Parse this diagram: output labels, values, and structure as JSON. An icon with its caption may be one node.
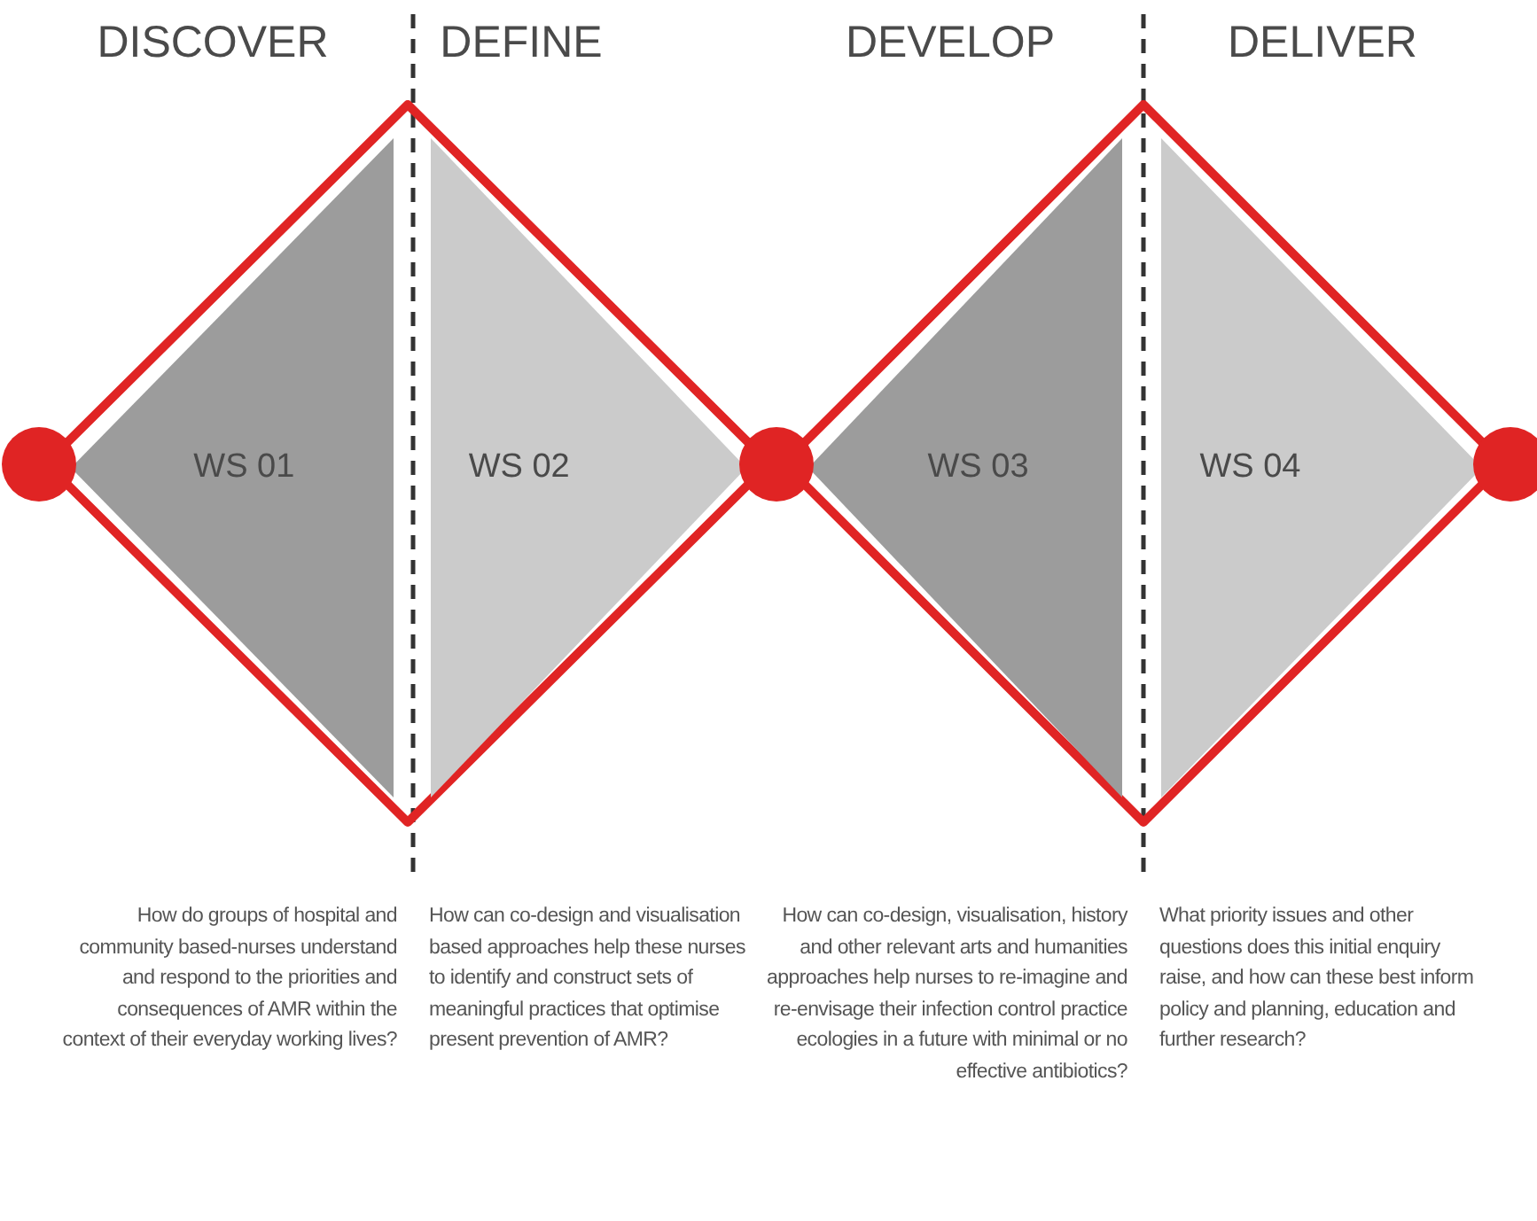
{
  "diagram": {
    "nodes": [
      {
        "text": [],
        "shape": "circle"
      },
      {
        "text": [],
        "shape": "diamond"
      },
      {
        "text": [
          "WS 01"
        ],
        "in": 1
      },
      {
        "text": [
          "WS 02"
        ],
        "in": 1
      },
      {
        "text": [],
        "shape": "circle"
      },
      {
        "text": [],
        "shape": "diamond"
      },
      {
        "text": [
          "WS 03"
        ],
        "in": 5
      },
      {
        "text": [
          "WS 04"
        ],
        "in": 5
      },
      {
        "text": [],
        "shape": "circle"
      }
    ],
    "edges": [],
    "labels": [
      "DISCOVER",
      "DEFINE",
      "DEVELOP",
      "DELIVER",
      "How do groups of hospital and community based-nurses understand and respond to the priorities and consequences of AMR within the context of their everyday working lives?",
      "How can co-design and visualisation based approaches help these nurses to identify and construct sets of meaningful practices that optimise present prevention of AMR?",
      "How can co-design, visualisation, history and other relevant arts and humanities approaches help nurses to re-imagine and re-envisage their infection control practice ecologies in a future with minimal or no effective antibiotics?",
      "What priority issues and other questions does this initial enquiry raise, and how can these best inform policy and planning, education  and further research?"
    ]
  }
}
